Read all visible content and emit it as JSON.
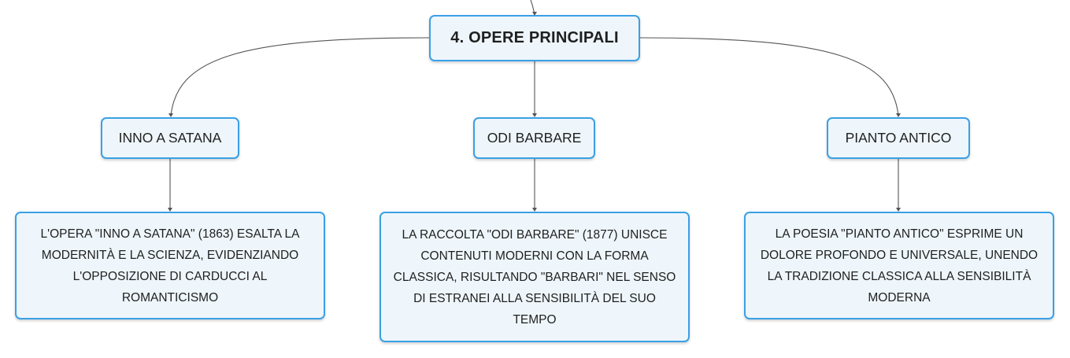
{
  "root": {
    "label": "4. OPERE PRINCIPALI"
  },
  "topics": [
    {
      "label": "INNO A SATANA",
      "description": "L'OPERA \"INNO A SATANA\" (1863) ESALTA LA MODERNITÀ E LA SCIENZA, EVIDENZIANDO L'OPPOSIZIONE DI CARDUCCI AL ROMANTICISMO"
    },
    {
      "label": "ODI BARBARE",
      "description": "LA RACCOLTA \"ODI BARBARE\" (1877) UNISCE CONTENUTI MODERNI CON LA FORMA CLASSICA, RISULTANDO \"BARBARI\" NEL SENSO DI ESTRANEI ALLA SENSIBILITÀ DEL SUO TEMPO"
    },
    {
      "label": "PIANTO ANTICO",
      "description": "LA POESIA \"PIANTO ANTICO\" ESPRIME UN DOLORE PROFONDO E UNIVERSALE, UNENDO LA TRADIZIONE CLASSICA ALLA SENSIBILITÀ MODERNA"
    }
  ],
  "colors": {
    "node_border": "#3aa0e6",
    "node_fill": "#eef6fb",
    "connector": "#555555"
  }
}
